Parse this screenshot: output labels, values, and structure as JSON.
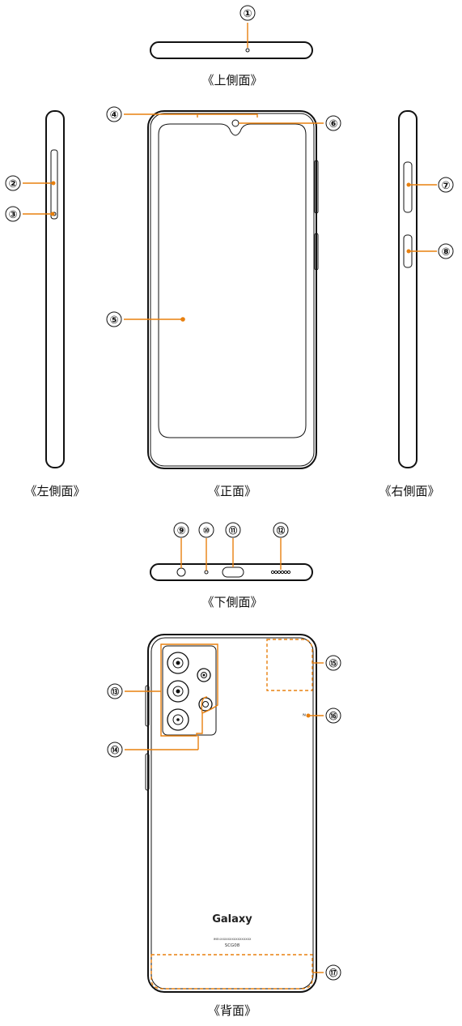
{
  "captions": {
    "top": "《上側面》",
    "left": "《左側面》",
    "front": "《正面》",
    "right": "《右側面》",
    "bottom": "《下側面》",
    "back": "《背面》"
  },
  "callouts": [
    "①",
    "②",
    "③",
    "④",
    "⑤",
    "⑥",
    "⑦",
    "⑧",
    "⑨",
    "⑩",
    "⑪",
    "⑫",
    "⑬",
    "⑭",
    "⑮",
    "⑯",
    "⑰"
  ],
  "back_printing": {
    "brand": "Galaxy",
    "fine_print": "IMEI:XXXXXXXXXXXXXXXX",
    "model": "SCG08"
  },
  "colors": {
    "leader": "#e8800f",
    "outline": "#111111"
  }
}
